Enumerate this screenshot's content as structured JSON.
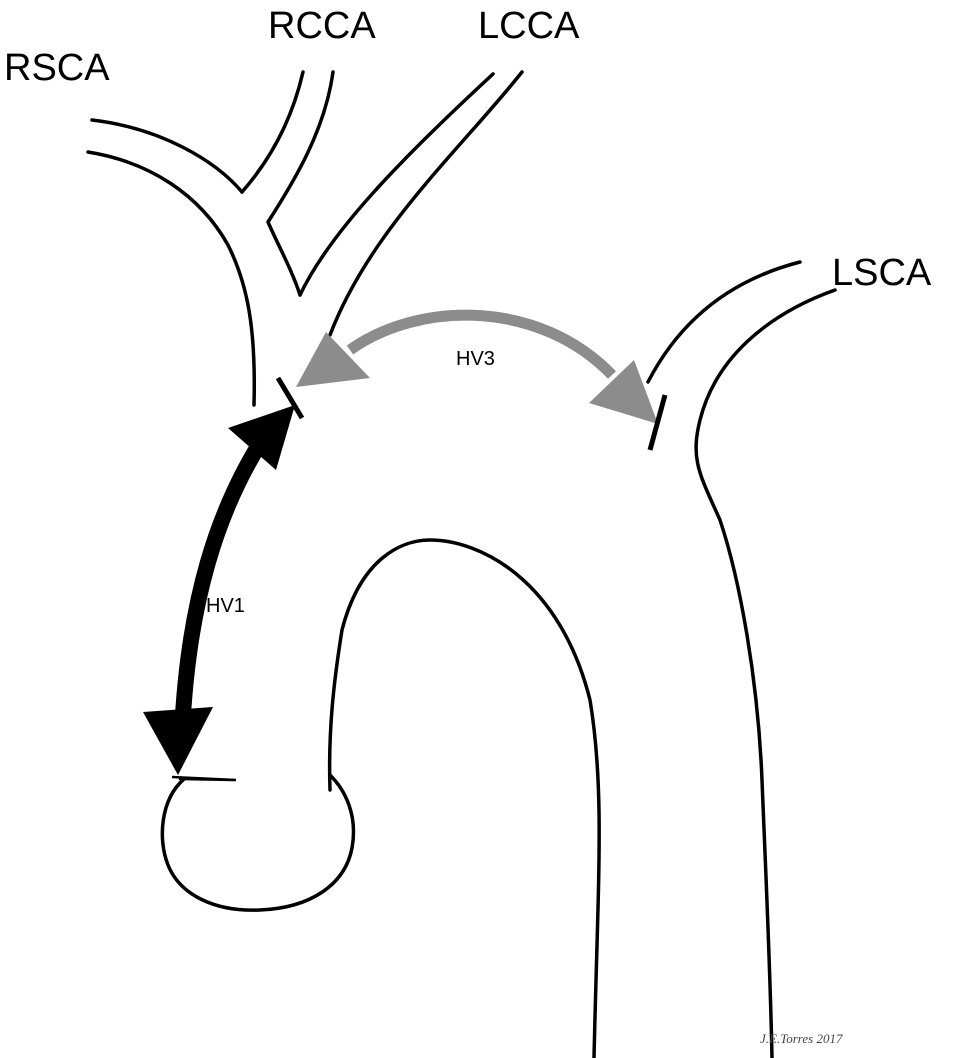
{
  "labels": {
    "rsca": "RSCA",
    "rcca": "RCCA",
    "lcca": "LCCA",
    "lsca": "LSCA"
  },
  "segments": {
    "hv1": "HV1",
    "hv3": "HV3"
  },
  "credit": "J.E.Torres 2017",
  "colors": {
    "outline": "#000000",
    "hv1_arrow": "#000000",
    "hv3_arrow": "#8c8c8c",
    "background": "#ffffff"
  }
}
